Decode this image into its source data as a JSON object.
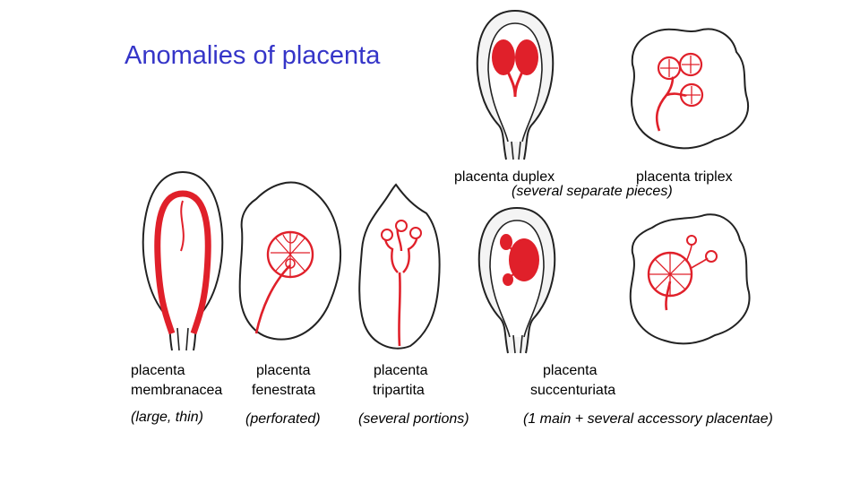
{
  "title": "Anomalies of placenta",
  "colors": {
    "title": "#3535c8",
    "placenta": "#e0202a",
    "outline": "#222222"
  },
  "labels": {
    "duplex": "placenta duplex",
    "triplex": "placenta triplex",
    "duplex_triplex_note": "(several separate pieces)",
    "membranacea_line1": "placenta",
    "membranacea_line2": "membranacea",
    "membranacea_note": "(large, thin)",
    "fenestrata_line1": "placenta",
    "fenestrata_line2": "fenestrata",
    "fenestrata_note": "(perforated)",
    "tripartita_line1": "placenta",
    "tripartita_line2": "tripartita",
    "tripartita_note": "(several portions)",
    "succenturiata_line1": "placenta",
    "succenturiata_line2": "succenturiata",
    "succenturiata_note": "(1 main + several accessory placentae)"
  }
}
